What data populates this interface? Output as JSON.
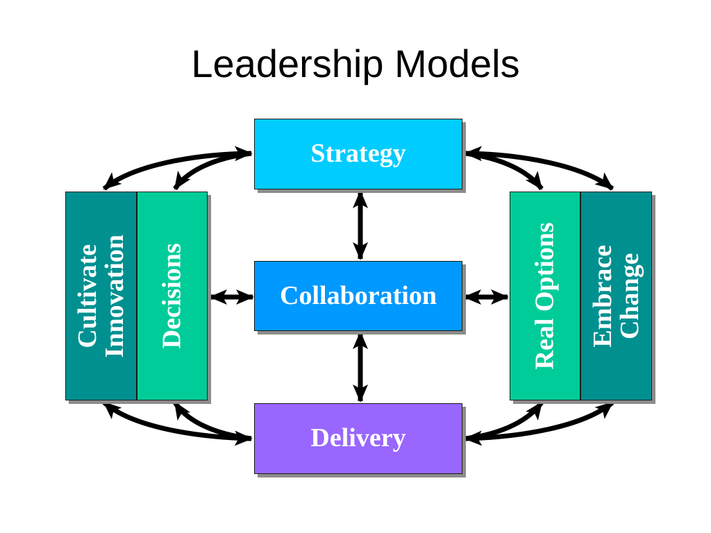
{
  "title": "Leadership Models",
  "boxes": {
    "strategy": "Strategy",
    "collaboration": "Collaboration",
    "delivery": "Delivery",
    "cultivate_innovation": [
      "Cultivate",
      "Innovation"
    ],
    "decisions": "Decisions",
    "real_options": "Real Options",
    "embrace_change": [
      "Embrace",
      "Change"
    ]
  },
  "colors": {
    "strategy": "#00ccff",
    "collaboration": "#0099ff",
    "delivery": "#9966ff",
    "teal_dark": "#009090",
    "green_light": "#00cc99",
    "arrow": "#000000",
    "shadow": "#8c8c8c"
  }
}
